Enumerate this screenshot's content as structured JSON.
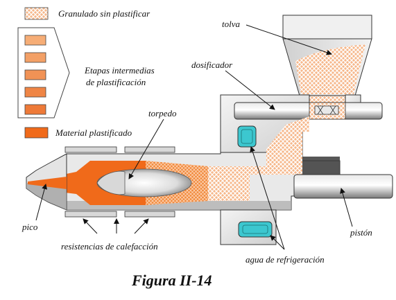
{
  "legend": {
    "unplasticized": "Granulado sin plastificar",
    "intermediate_line1": "Etapas intermedias",
    "intermediate_line2": "de plastificación",
    "plasticized": "Material plastificado"
  },
  "labels": {
    "tolva": "tolva",
    "dosificador": "dosificador",
    "torpedo": "torpedo",
    "pico": "pico",
    "resistencias": "resistencias de calefacción",
    "agua": "agua de refrigeración",
    "piston": "pistón"
  },
  "caption": "Figura  II-14",
  "colors": {
    "granule": "#f6b78a",
    "granule_dot": "#ffffff",
    "intermediate": "#f08a3c",
    "plasticized": "#f06a1a",
    "metal_light": "#efefef",
    "metal_dark": "#8c8c8c",
    "water": "#3cc7cf"
  }
}
